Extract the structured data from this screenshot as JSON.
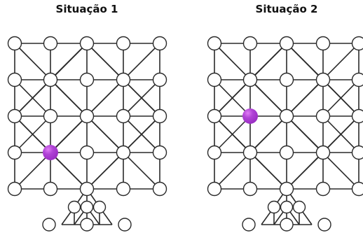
{
  "panels": [
    {
      "title": "Situação 1",
      "piece": {
        "row": 3,
        "col": 1,
        "color": "#9b2fc4",
        "highlight": "#e07cf5"
      }
    },
    {
      "title": "Situação 2",
      "piece": {
        "row": 2,
        "col": 1,
        "color": "#9b2fc4",
        "highlight": "#e07cf5"
      }
    }
  ],
  "board": {
    "grid_rows": 5,
    "grid_cols": 5,
    "line_color": "#2a2a2a",
    "node_fill": "#ffffff",
    "node_icon": "empty-node-circle",
    "piece_icon": "purple-ball-piece"
  }
}
